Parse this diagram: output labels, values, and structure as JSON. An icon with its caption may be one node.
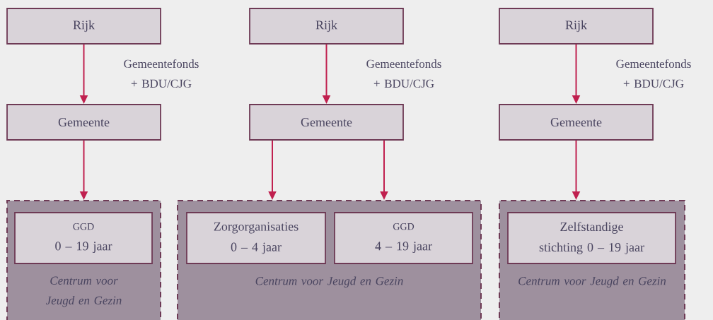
{
  "diagram": {
    "nodes": [
      {
        "text": [
          "Rijk"
        ]
      },
      {
        "text": [
          "Gemeente"
        ]
      },
      {
        "text": [
          "Centrum voor Jeugd en Gezin"
        ]
      },
      {
        "text": [
          "GGD",
          "0 – 19 jaar"
        ],
        "in": 2
      },
      {
        "text": [
          "Rijk"
        ]
      },
      {
        "text": [
          "Gemeente"
        ]
      },
      {
        "text": [
          "Centrum voor Jeugd en Gezin"
        ]
      },
      {
        "text": [
          "Zorgorganisaties 0 – 4 jaar"
        ],
        "in": 6
      },
      {
        "text": [
          "GGD",
          "4 – 19 jaar"
        ],
        "in": 6
      },
      {
        "text": [
          "Rijk"
        ]
      },
      {
        "text": [
          "Gemeente"
        ]
      },
      {
        "text": [
          "Centrum voor Jeugd en Gezin"
        ]
      },
      {
        "text": [
          "Zelfstandige stichting 0 – 19 jaar"
        ],
        "in": 11
      }
    ],
    "edges": [
      {
        "from": 0,
        "to": 1,
        "arrow": "to",
        "label": "Gemeentefonds + BDU/CJG"
      },
      {
        "from": 1,
        "to": 2,
        "arrow": "to"
      },
      {
        "from": 4,
        "to": 5,
        "arrow": "to",
        "label": "Gemeentefonds + BDU/CJG"
      },
      {
        "from": 5,
        "to": 6,
        "arrow": "to"
      },
      {
        "from": 5,
        "to": 6,
        "arrow": "to"
      },
      {
        "from": 9,
        "to": 10,
        "arrow": "to",
        "label": "Gemeentefonds + BDU/CJG"
      },
      {
        "from": 10,
        "to": 11,
        "arrow": "to"
      }
    ]
  }
}
